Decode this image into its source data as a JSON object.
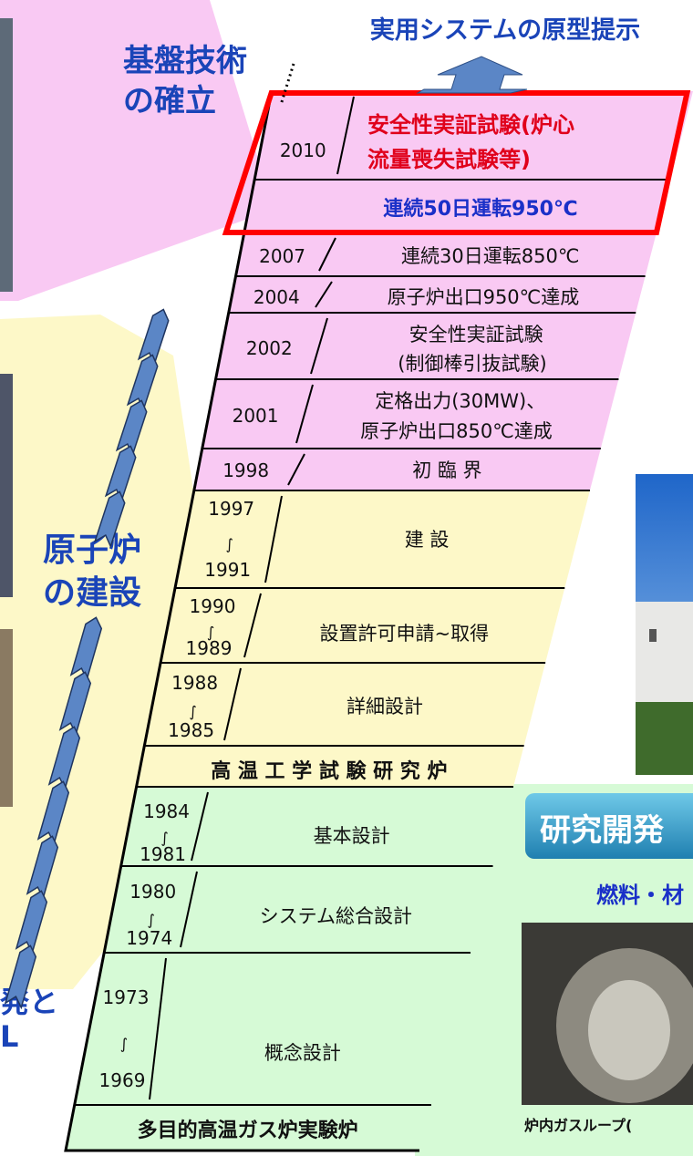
{
  "top_label": "実用システムの原型提示",
  "phases": {
    "foundation": [
      "基盤技術",
      "の確立"
    ],
    "construction": [
      "原子炉",
      "の建設"
    ],
    "development_fragment": [
      "発と",
      "L"
    ]
  },
  "rows": [
    {
      "year": "2010",
      "events": [
        "安全性実証試験(炉心",
        "流量喪失試験等)"
      ],
      "highlight": true
    },
    {
      "year": "",
      "events": [
        "連続50日運転950℃"
      ],
      "highlight": true
    },
    {
      "year": "2007",
      "events": [
        "連続30日運転850℃"
      ]
    },
    {
      "year": "2004",
      "events": [
        "原子炉出口950℃達成"
      ]
    },
    {
      "year": "2002",
      "events": [
        "安全性実証試験",
        "(制御棒引抜試験)"
      ]
    },
    {
      "year": "2001",
      "events": [
        "定格出力(30MW)、",
        "原子炉出口850℃達成"
      ]
    },
    {
      "year": "1998",
      "events": [
        "初 臨 界"
      ]
    },
    {
      "year_from": "1997",
      "year_to": "1991",
      "events": [
        "建 設"
      ]
    },
    {
      "year_from": "1990",
      "year_to": "1989",
      "events": [
        "設置許可申請~取得"
      ]
    },
    {
      "year_from": "1988",
      "year_to": "1985",
      "events": [
        "詳細設計"
      ]
    },
    {
      "label": "高 温 工 学 試 験 研 究 炉"
    },
    {
      "year_from": "1984",
      "year_to": "1981",
      "events": [
        "基本設計"
      ]
    },
    {
      "year_from": "1980",
      "year_to": "1974",
      "events": [
        "システム総合設計"
      ]
    },
    {
      "year_from": "1973",
      "year_to": "1969",
      "events": [
        "概念設計"
      ]
    },
    {
      "label": "多目的高温ガス炉実験炉"
    }
  ],
  "tilde": "∫",
  "right_panel": {
    "banner": "研究開発",
    "subtitle": "燃料・材",
    "caption": "炉内ガスループ("
  },
  "colors": {
    "pink": "#f9c9f3",
    "yellow": "#fdf8c8",
    "green": "#d6fad6",
    "highlight_border": "#ff0000",
    "highlight_text": "#e0001b",
    "blue_text": "#1a44b8",
    "arrow_blue": "#5b86c6"
  }
}
